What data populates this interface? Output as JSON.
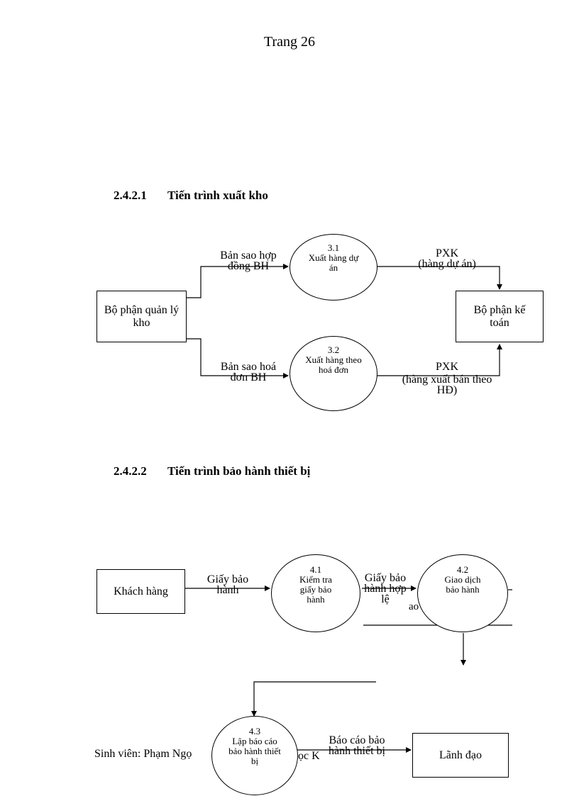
{
  "page_header": "Trang 26",
  "section1": {
    "number": "2.4.2.1",
    "title": "Tiến trình xuất kho",
    "source_entity": "Bộ phận quản lý kho",
    "target_entity": "Bộ phận kế toán",
    "process_a": {
      "id": "3.1",
      "name": "Xuất hàng dự án"
    },
    "process_b": {
      "id": "3.2",
      "name": "Xuất hàng theo hoá đơn"
    },
    "flow_in_a": "Bản sao hợp đồng BH",
    "flow_in_b": "Bản sao hoá đơn BH",
    "flow_out_a_title": "PXK",
    "flow_out_a_detail": "(hàng dự án)",
    "flow_out_b_title": "PXK",
    "flow_out_b_detail": "(hàng xuất bán theo HĐ)"
  },
  "section2": {
    "number": "2.4.2.2",
    "title": "Tiến trình bảo hành thiết bị",
    "customer_entity": "Khách hàng",
    "leader_entity": "Lãnh đạo",
    "process_1": {
      "id": "4.1",
      "name": "Kiểm tra giấy bảo hành"
    },
    "process_2": {
      "id": "4.2",
      "name": "Giao dịch bảo hành"
    },
    "process_3": {
      "id": "4.3",
      "name": "Lập báo cáo bảo hành thiết bị"
    },
    "flow_customer": "Giấy bảo hành",
    "flow_valid": "Giấy bảo hành hợp lệ",
    "flow_valid_fragment": "ao",
    "flow_report": "Báo cáo bảo hành thiết bị"
  },
  "footer": {
    "prefix": "Sinh viên: Phạm Ngọ",
    "fragment": "học K"
  }
}
